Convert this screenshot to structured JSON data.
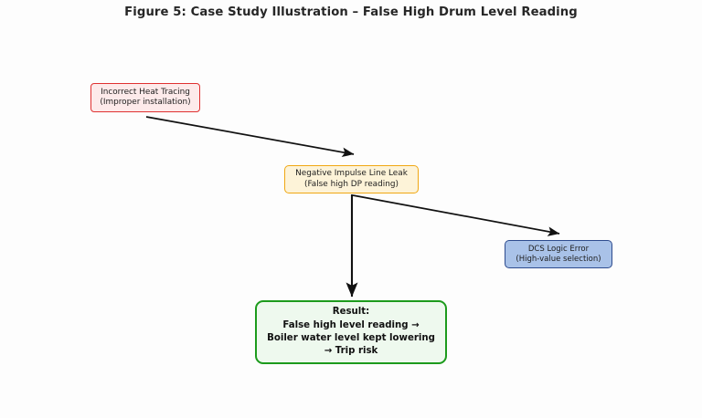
{
  "figure": {
    "title": "Figure 5: Case Study Illustration – False High Drum Level Reading",
    "background_color": "#fdfdfd"
  },
  "nodes": {
    "heat_tracing": {
      "line1": "Incorrect Heat Tracing",
      "line2": "(Improper installation)",
      "fill_color": "#fdeaea",
      "border_color": "#e03131"
    },
    "impulse_leak": {
      "line1": "Negative Impulse Line Leak",
      "line2": "(False high DP reading)",
      "fill_color": "#fdf3d8",
      "border_color": "#f0a713"
    },
    "dcs_logic": {
      "line1": "DCS Logic Error",
      "line2": "(High-value selection)",
      "fill_color": "#a9c2e8",
      "border_color": "#2d4b8e"
    },
    "result": {
      "line1": "Result:",
      "line2": "False high level reading →",
      "line3": "Boiler water level kept lowering",
      "line4": "→ Trip risk",
      "fill_color": "#eef9ee",
      "border_color": "#1c9b1c"
    }
  },
  "arrows": {
    "color": "#111111",
    "heat_tracing_to_impulse_leak": "arrow-cause-to-mechanism",
    "impulse_leak_to_dcs_logic": "arrow-mechanism-to-dcs",
    "impulse_leak_to_result": "arrow-mechanism-to-result"
  }
}
